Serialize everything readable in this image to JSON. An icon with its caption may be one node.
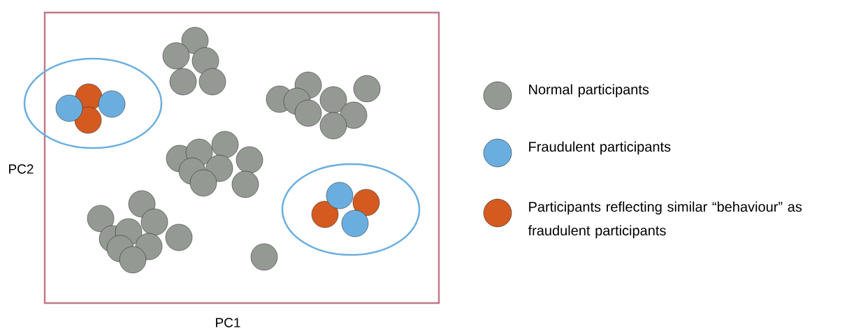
{
  "diagram": {
    "labels": [
      "PC2",
      "PC1"
    ],
    "legend": [
      {
        "text": "Normal participants",
        "color": "#949a93"
      },
      {
        "text": "Fraudulent participants",
        "color": "#6aaee0"
      },
      {
        "text": "Participants reflecting similar “behaviour” as fraudulent participants",
        "color": "#d55a1f"
      }
    ]
  }
}
